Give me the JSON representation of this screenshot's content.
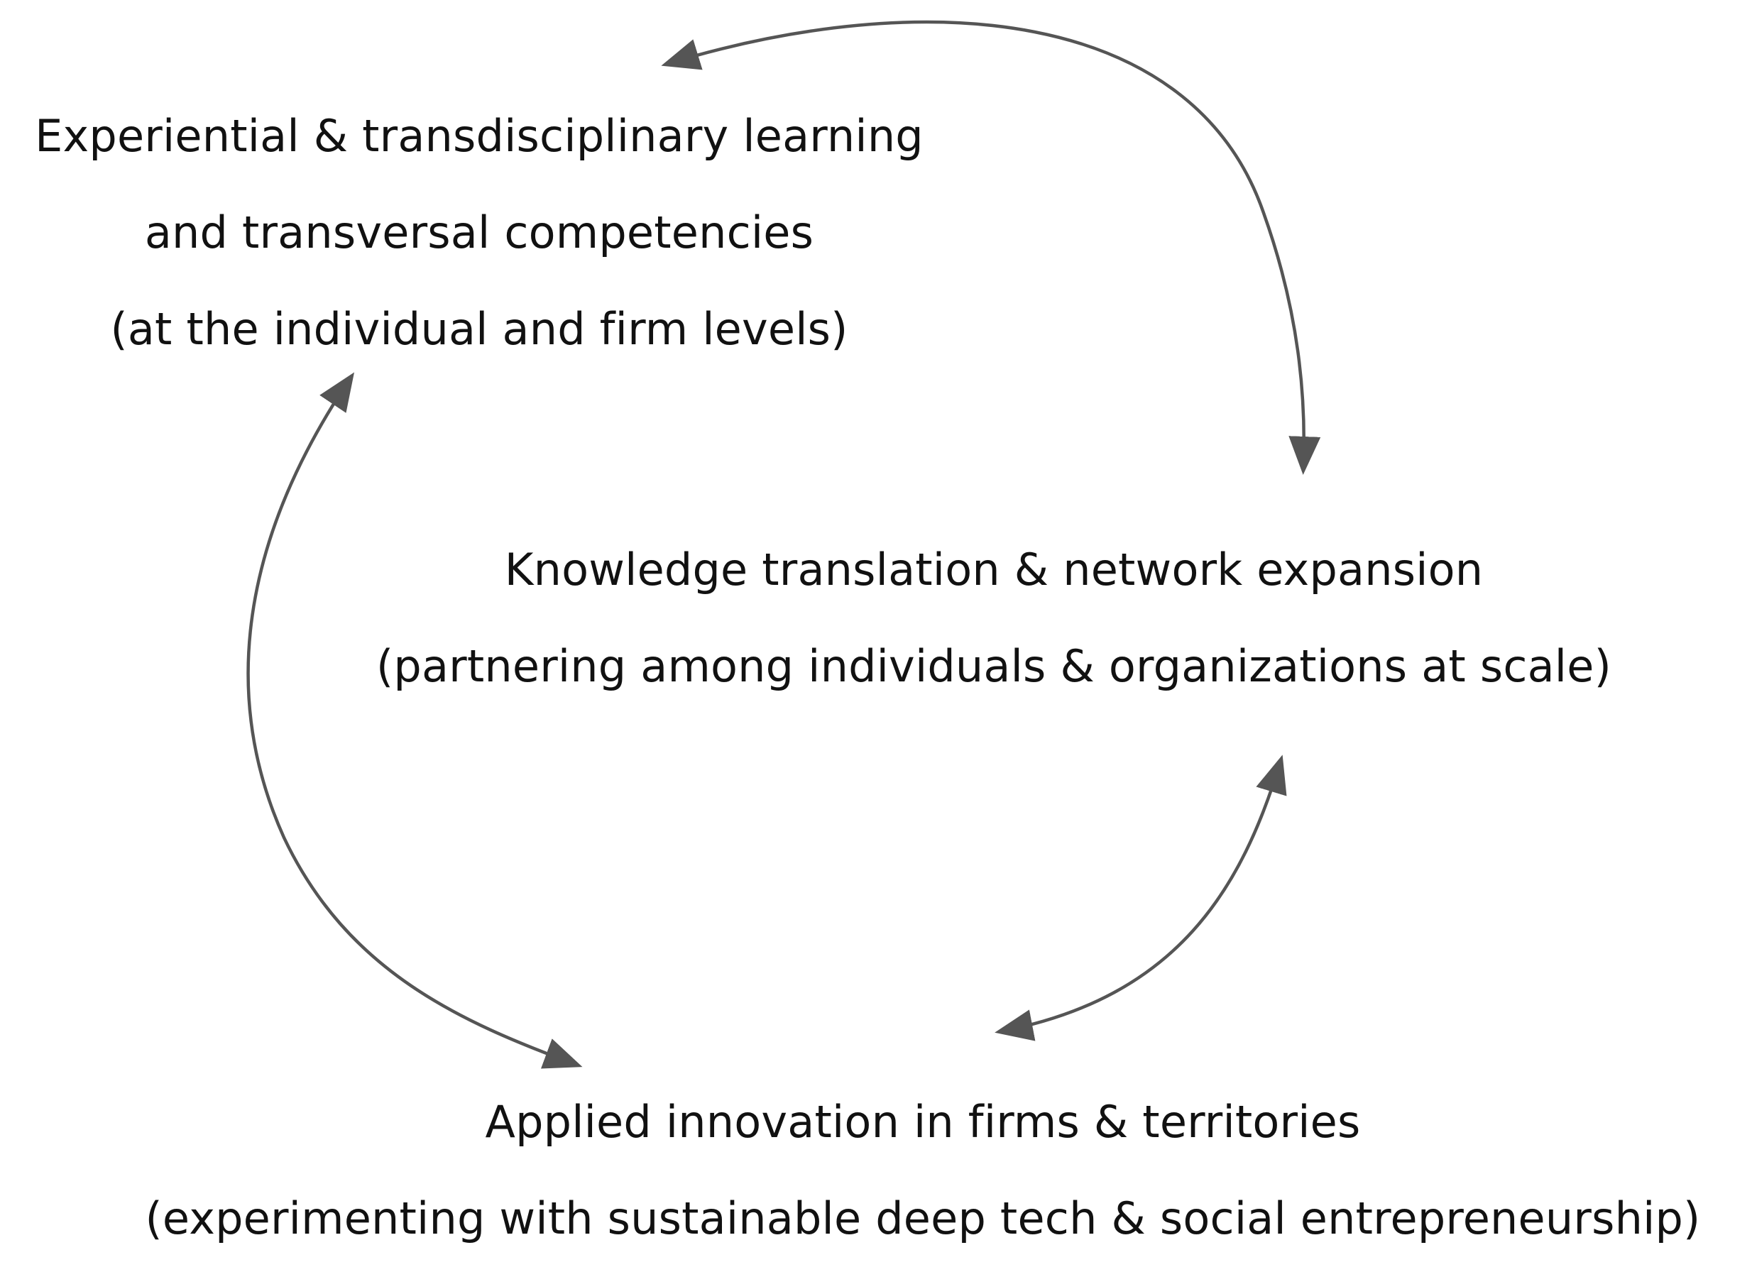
{
  "nodes": {
    "learning": {
      "line1": "Experiential & transdisciplinary learning",
      "line2": "and transversal competencies",
      "line3": "(at the individual and firm levels)"
    },
    "knowledge": {
      "line1": "Knowledge translation & network expansion",
      "line2": "(partnering among individuals & organizations at scale)"
    },
    "innovation": {
      "line1": "Applied innovation in firms & territories",
      "line2": "(experimenting with sustainable deep tech & social entrepreneurship)"
    }
  },
  "colors": {
    "arrow": "#555555",
    "text": "#111111",
    "background": "#ffffff"
  }
}
